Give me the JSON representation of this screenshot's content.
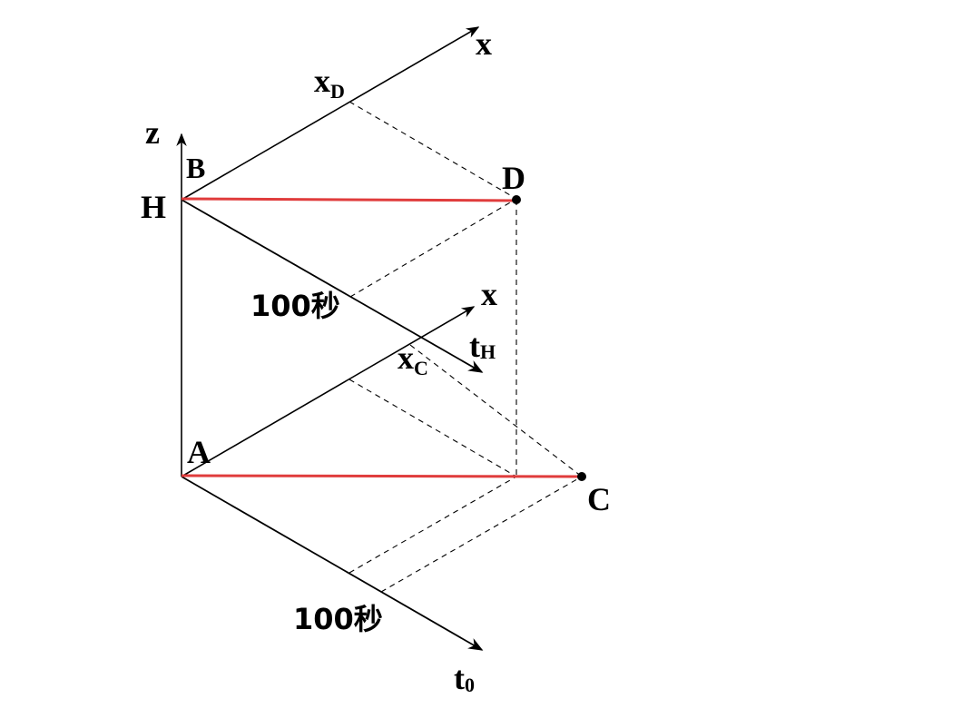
{
  "diagram": {
    "labels": {
      "z": "z",
      "H": "H",
      "B": "B",
      "D": "D",
      "A": "A",
      "C": "C",
      "x_top": "x",
      "x_mid": "x",
      "xD_base": "x",
      "xD_sub": "D",
      "xC_base": "x",
      "xC_sub": "C",
      "tH_base": "t",
      "tH_sub": "H",
      "t0_base": "t",
      "t0_sub": "0",
      "time_upper": "100秒",
      "time_lower": "100秒"
    },
    "colors": {
      "axis": "#000000",
      "highlight": "#e03c3c",
      "dashed": "#000000"
    }
  }
}
